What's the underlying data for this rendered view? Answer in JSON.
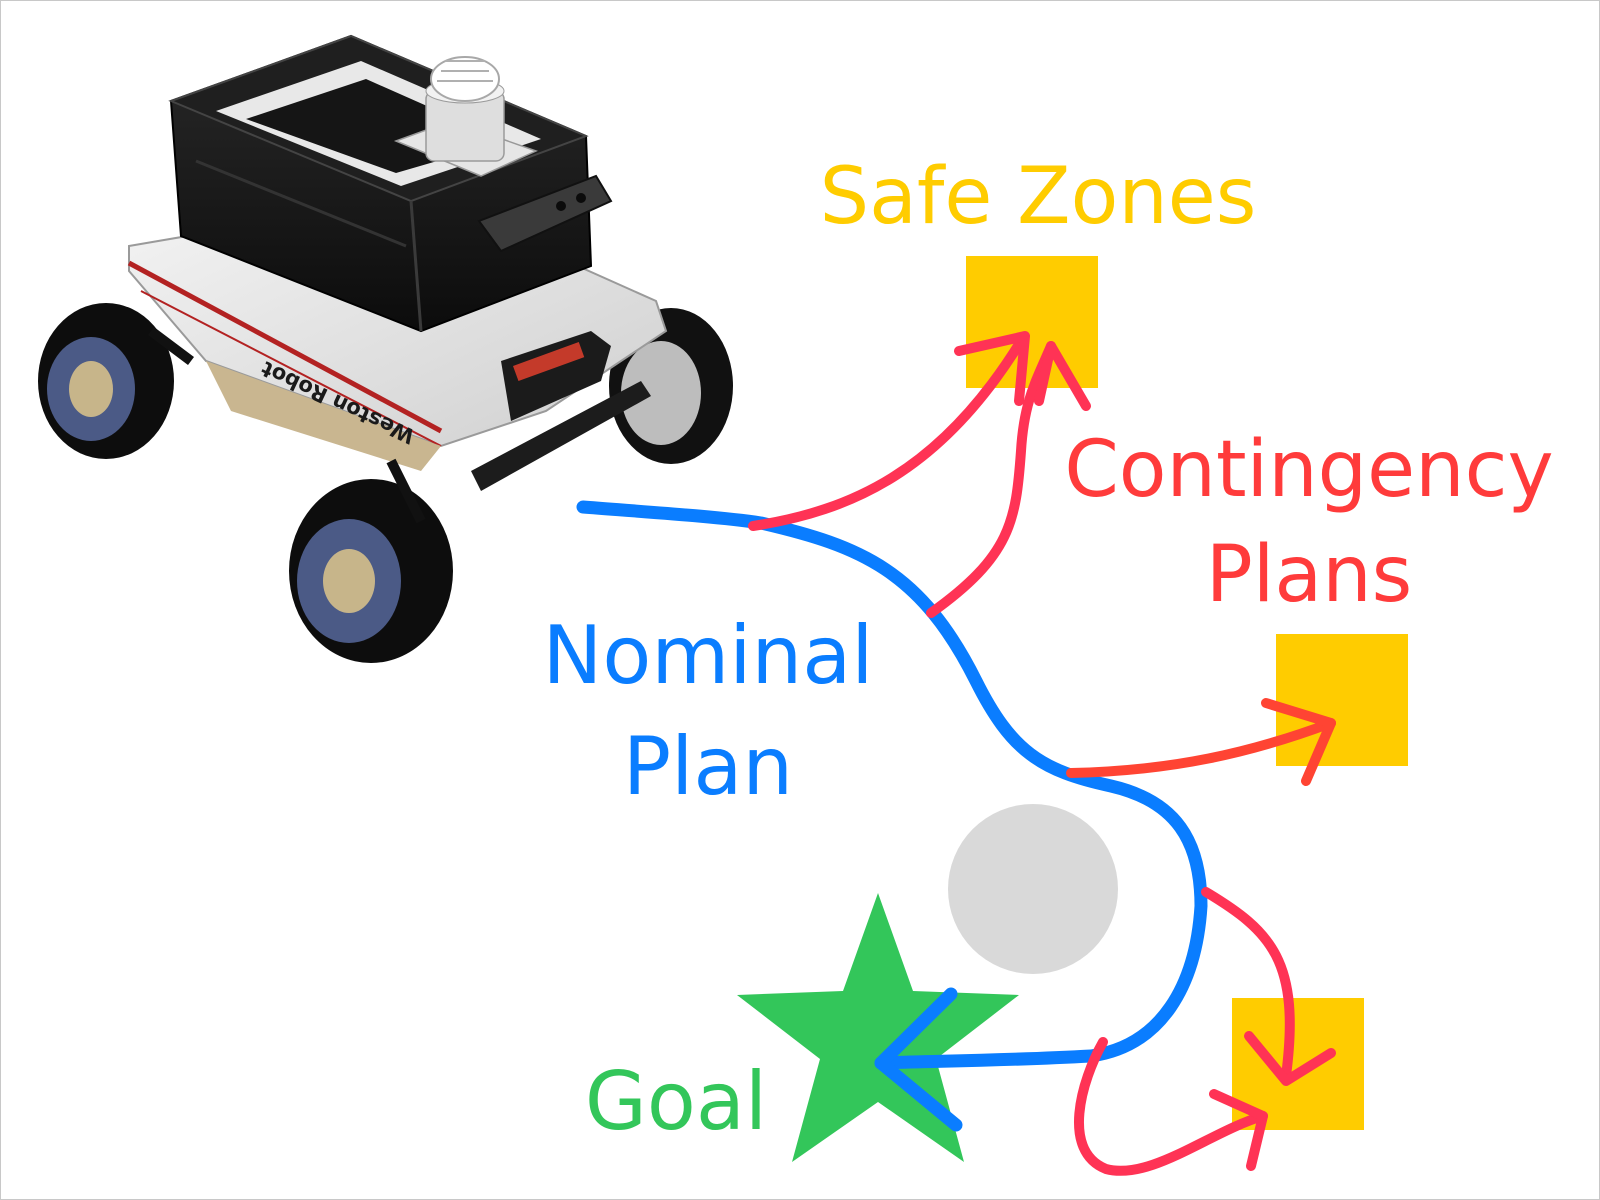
{
  "labels": {
    "safe_zones": "Safe Zones",
    "contingency_line1": "Contingency",
    "contingency_line2": "Plans",
    "nominal_line1": "Nominal",
    "nominal_line2": "Plan",
    "goal": "Goal",
    "robot_brand": "Weston Robot"
  },
  "colors": {
    "safe_zone": "#ffcc00",
    "contingency": "#ff3355",
    "contingency_label": "#ff3b3b",
    "nominal": "#0a7dff",
    "goal": "#33c65a",
    "obstacle": "#d9d9d9",
    "robot_body": "#151515"
  },
  "icons": {
    "robot": "ugv-robot-icon",
    "goal": "star-icon",
    "obstacle": "circle-obstacle-icon",
    "safe_zone": "square-icon"
  }
}
